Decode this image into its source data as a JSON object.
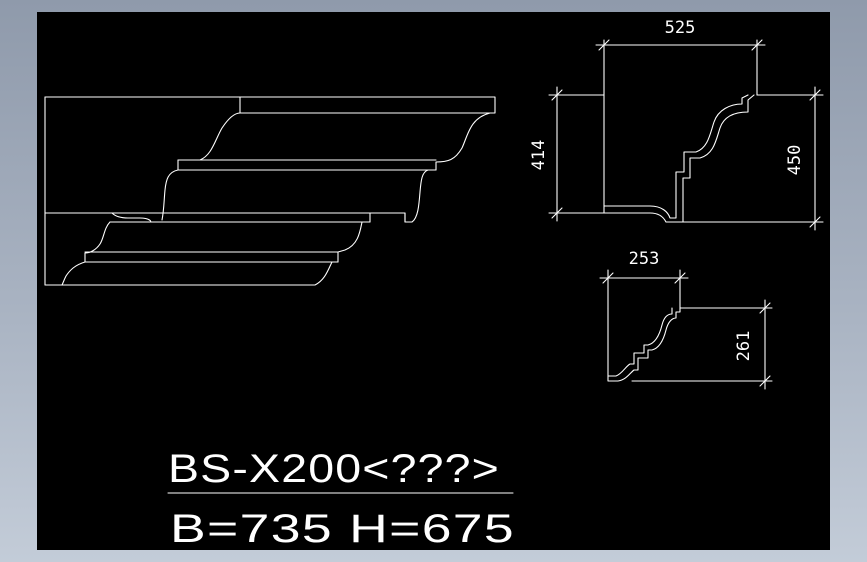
{
  "title_block": {
    "model": "BS-X200<???>",
    "size": "B=735 H=675"
  },
  "dimensions": {
    "top_width": "525",
    "left_height": "414",
    "right_height": "450",
    "small_width": "253",
    "small_height": "261"
  },
  "colors": {
    "background": "#000000",
    "line": "#ffffff",
    "window": "#a9b3c2"
  }
}
